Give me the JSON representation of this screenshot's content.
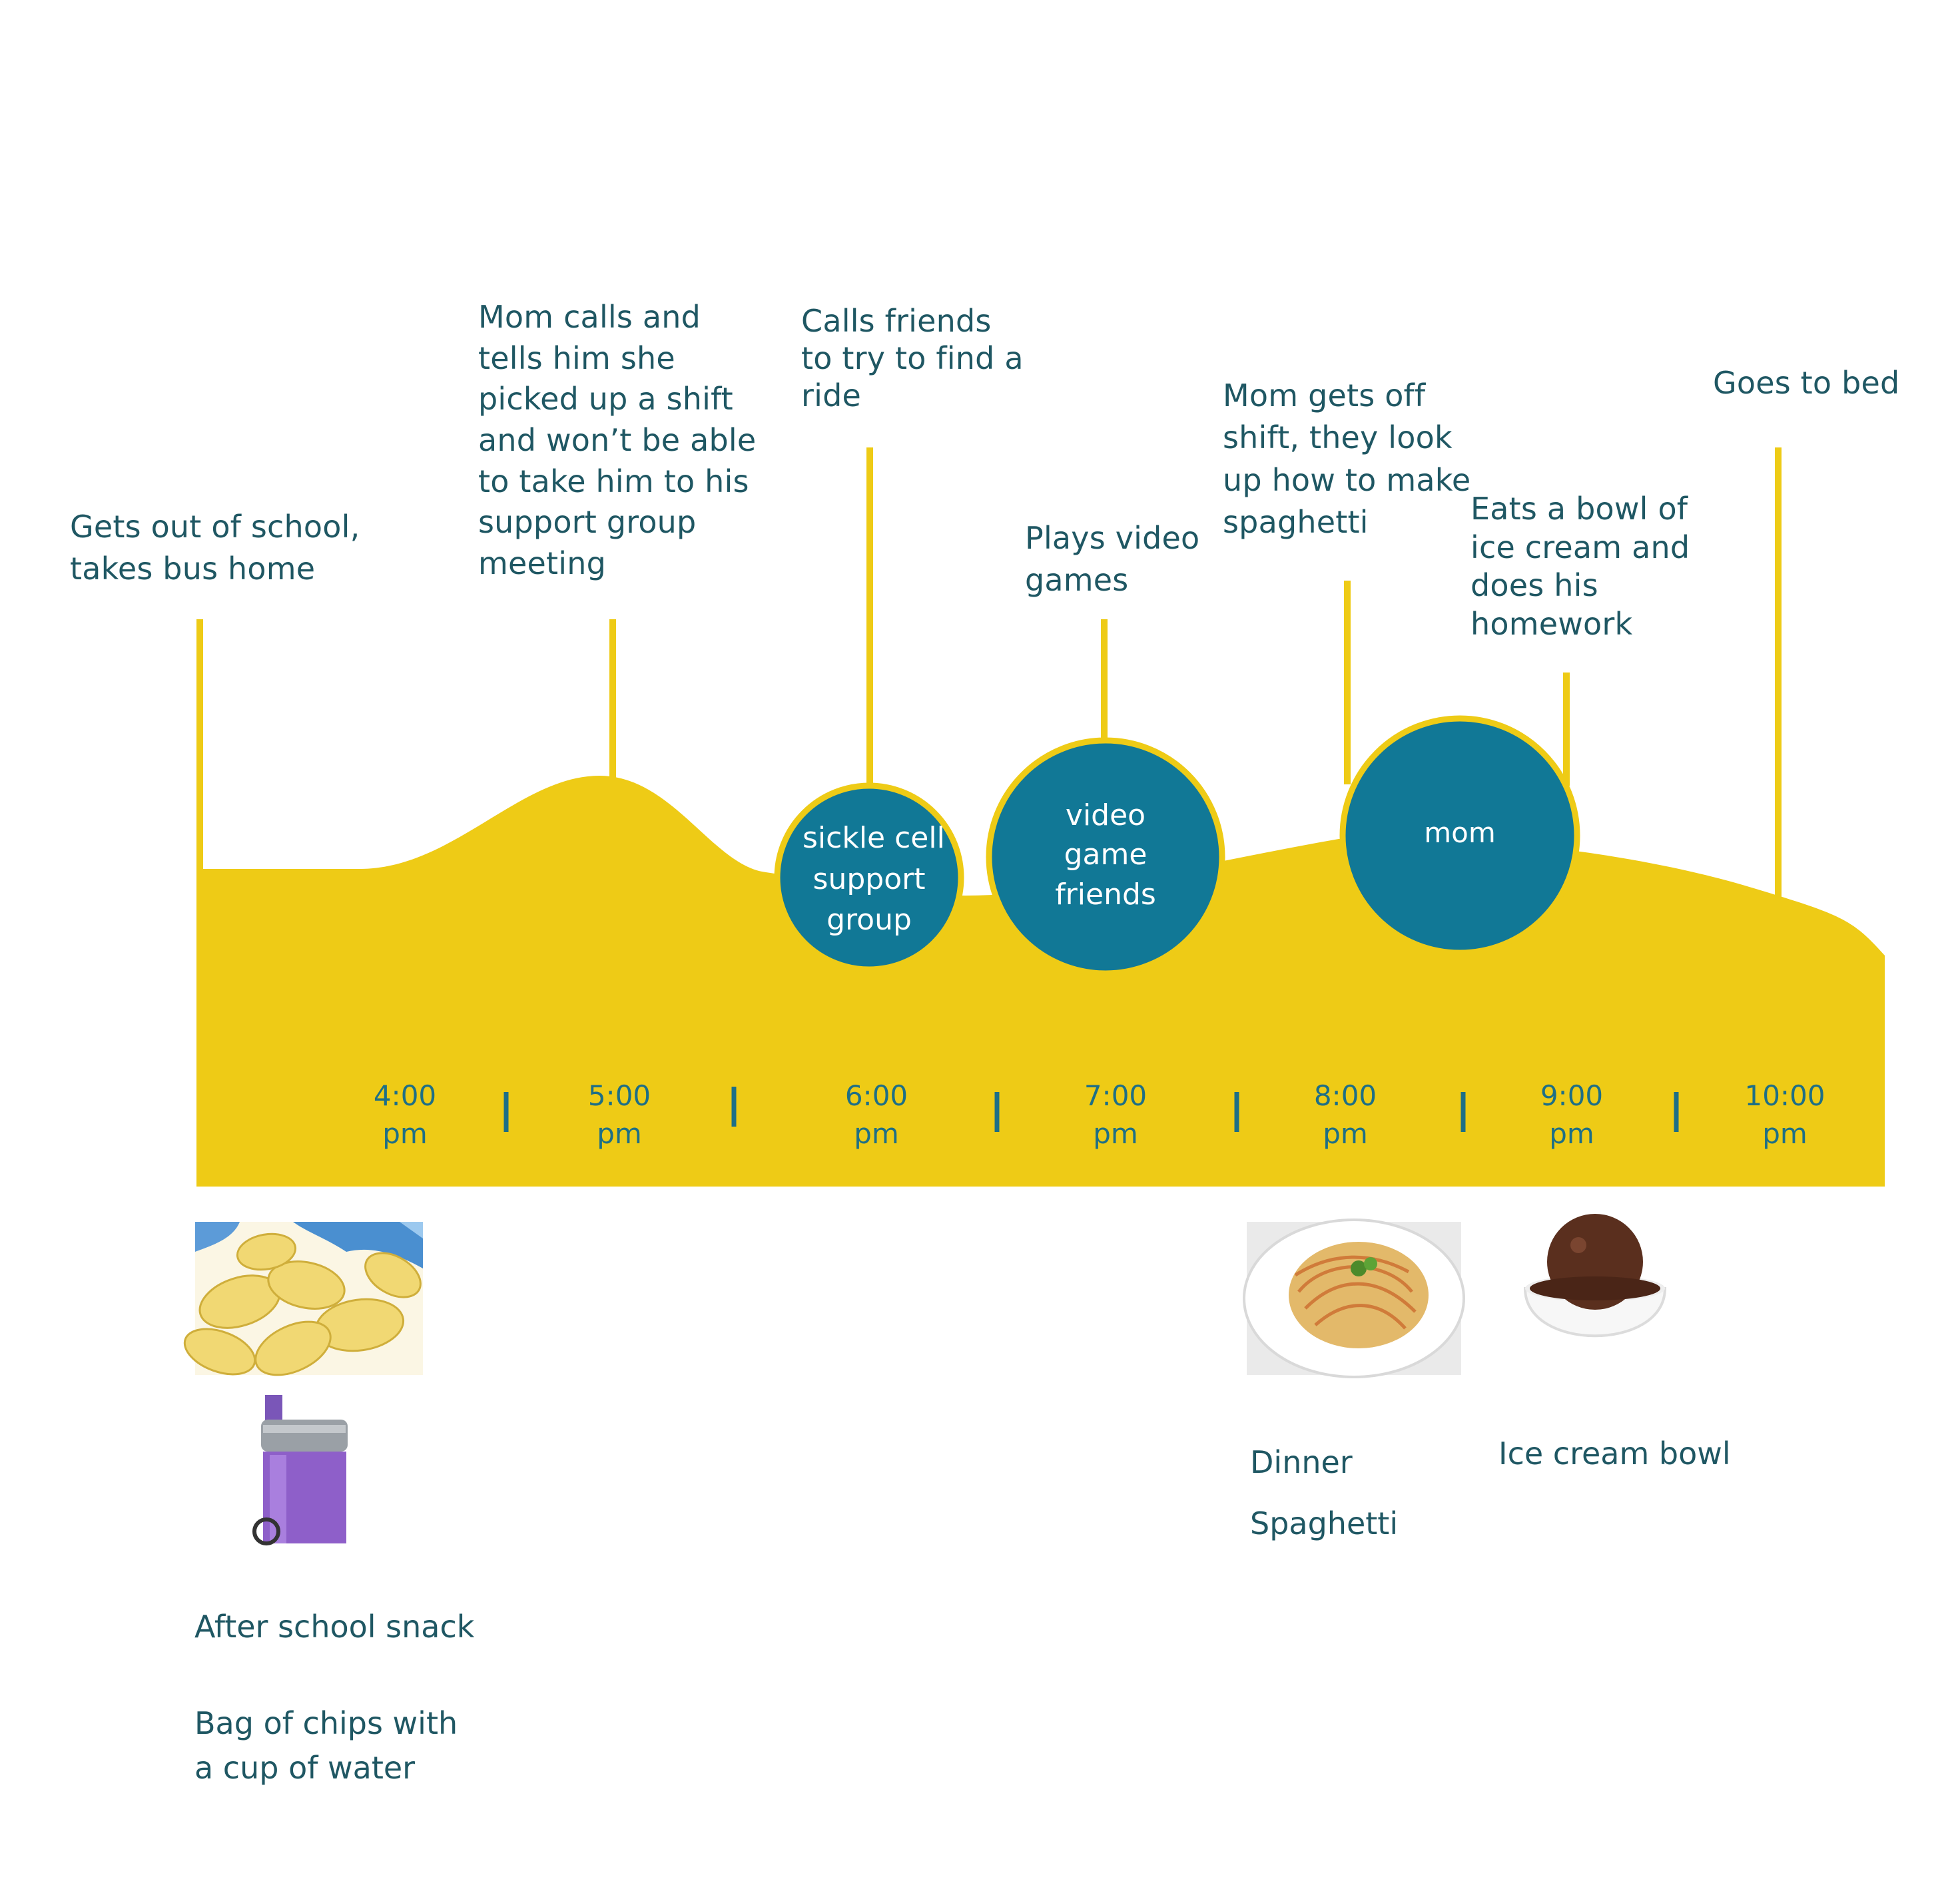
{
  "colors": {
    "band": "#eecb16",
    "stem": "#eecb16",
    "bubble_fill": "#117896",
    "bubble_ring": "#eecb16",
    "tick": "#1e6f86",
    "text": "#1f5763"
  },
  "events": [
    {
      "id": "school",
      "lines": [
        "Gets out of school,",
        "takes bus home"
      ]
    },
    {
      "id": "mom-calls",
      "lines": [
        "Mom calls and",
        "tells him she",
        "picked up a shift",
        "and won’t be able",
        "to take him to his",
        "support group",
        "meeting"
      ]
    },
    {
      "id": "calls-friends",
      "lines": [
        "Calls friends",
        "to try to find a",
        "ride"
      ]
    },
    {
      "id": "video-games",
      "lines": [
        "Plays video",
        "games"
      ]
    },
    {
      "id": "mom-off",
      "lines": [
        "Mom gets off",
        "shift, they look",
        "up how to make",
        "spaghetti"
      ]
    },
    {
      "id": "ice-cream",
      "lines": [
        "Eats a bowl of",
        "ice cream and",
        "does his",
        "homework"
      ]
    },
    {
      "id": "bed",
      "lines": [
        "Goes to bed"
      ]
    }
  ],
  "bubbles": [
    {
      "id": "support-group",
      "lines": [
        "sickle cell",
        "support",
        "group"
      ]
    },
    {
      "id": "video-game-friends",
      "lines": [
        "video",
        "game",
        "friends"
      ]
    },
    {
      "id": "mom",
      "lines": [
        "mom"
      ]
    }
  ],
  "times": [
    [
      "4:00",
      "pm"
    ],
    [
      "5:00",
      "pm"
    ],
    [
      "6:00",
      "pm"
    ],
    [
      "7:00",
      "pm"
    ],
    [
      "8:00",
      "pm"
    ],
    [
      "9:00",
      "pm"
    ],
    [
      "10:00",
      "pm"
    ]
  ],
  "food": {
    "snack": {
      "title": "After school snack",
      "desc_lines": [
        "Bag of chips with",
        "a cup of water"
      ],
      "images": [
        "bag-of-chips-photo",
        "water-bottle-photo"
      ]
    },
    "dinner": {
      "lines": [
        "Dinner",
        "Spaghetti"
      ],
      "images": [
        "spaghetti-photo"
      ]
    },
    "dessert": {
      "lines": [
        "Ice cream bowl"
      ],
      "images": [
        "ice-cream-bowl-photo"
      ]
    }
  }
}
